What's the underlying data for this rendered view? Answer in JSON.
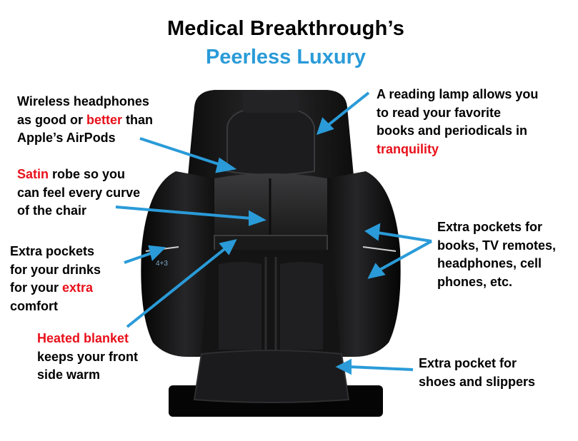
{
  "title": {
    "line1": "Medical Breakthrough’s",
    "line2": "Peerless Luxury",
    "line2_color": "#2a9bd8"
  },
  "accent_color": "#e8101a",
  "arrow_color": "#2a9bd8",
  "chair": {
    "badge": "4+3"
  },
  "callouts": {
    "headphones": {
      "l1": "Wireless headphones",
      "l2a": "as good or ",
      "l2b": "better",
      "l2c": " than",
      "l3": "Apple’s AirPods"
    },
    "lamp": {
      "l1": "A reading lamp allows you",
      "l2": "to read your favorite",
      "l3": "books and periodicals in",
      "l4": "tranquility"
    },
    "robe": {
      "l1a": "Satin",
      "l1b": " robe so you",
      "l2": "can feel every curve",
      "l3": "of the chair"
    },
    "drinks": {
      "l1": "Extra pockets",
      "l2": "for your drinks",
      "l3a": "for your ",
      "l3b": "extra",
      "l4": "comfort"
    },
    "books": {
      "l1": "Extra pockets for",
      "l2": "books, TV remotes,",
      "l3": "headphones, cell",
      "l4": "phones, etc."
    },
    "blanket": {
      "l1": "Heated blanket",
      "l2": "keeps your front",
      "l3": "side warm"
    },
    "shoes": {
      "l1": "Extra pocket for",
      "l2": "shoes and slippers"
    }
  }
}
